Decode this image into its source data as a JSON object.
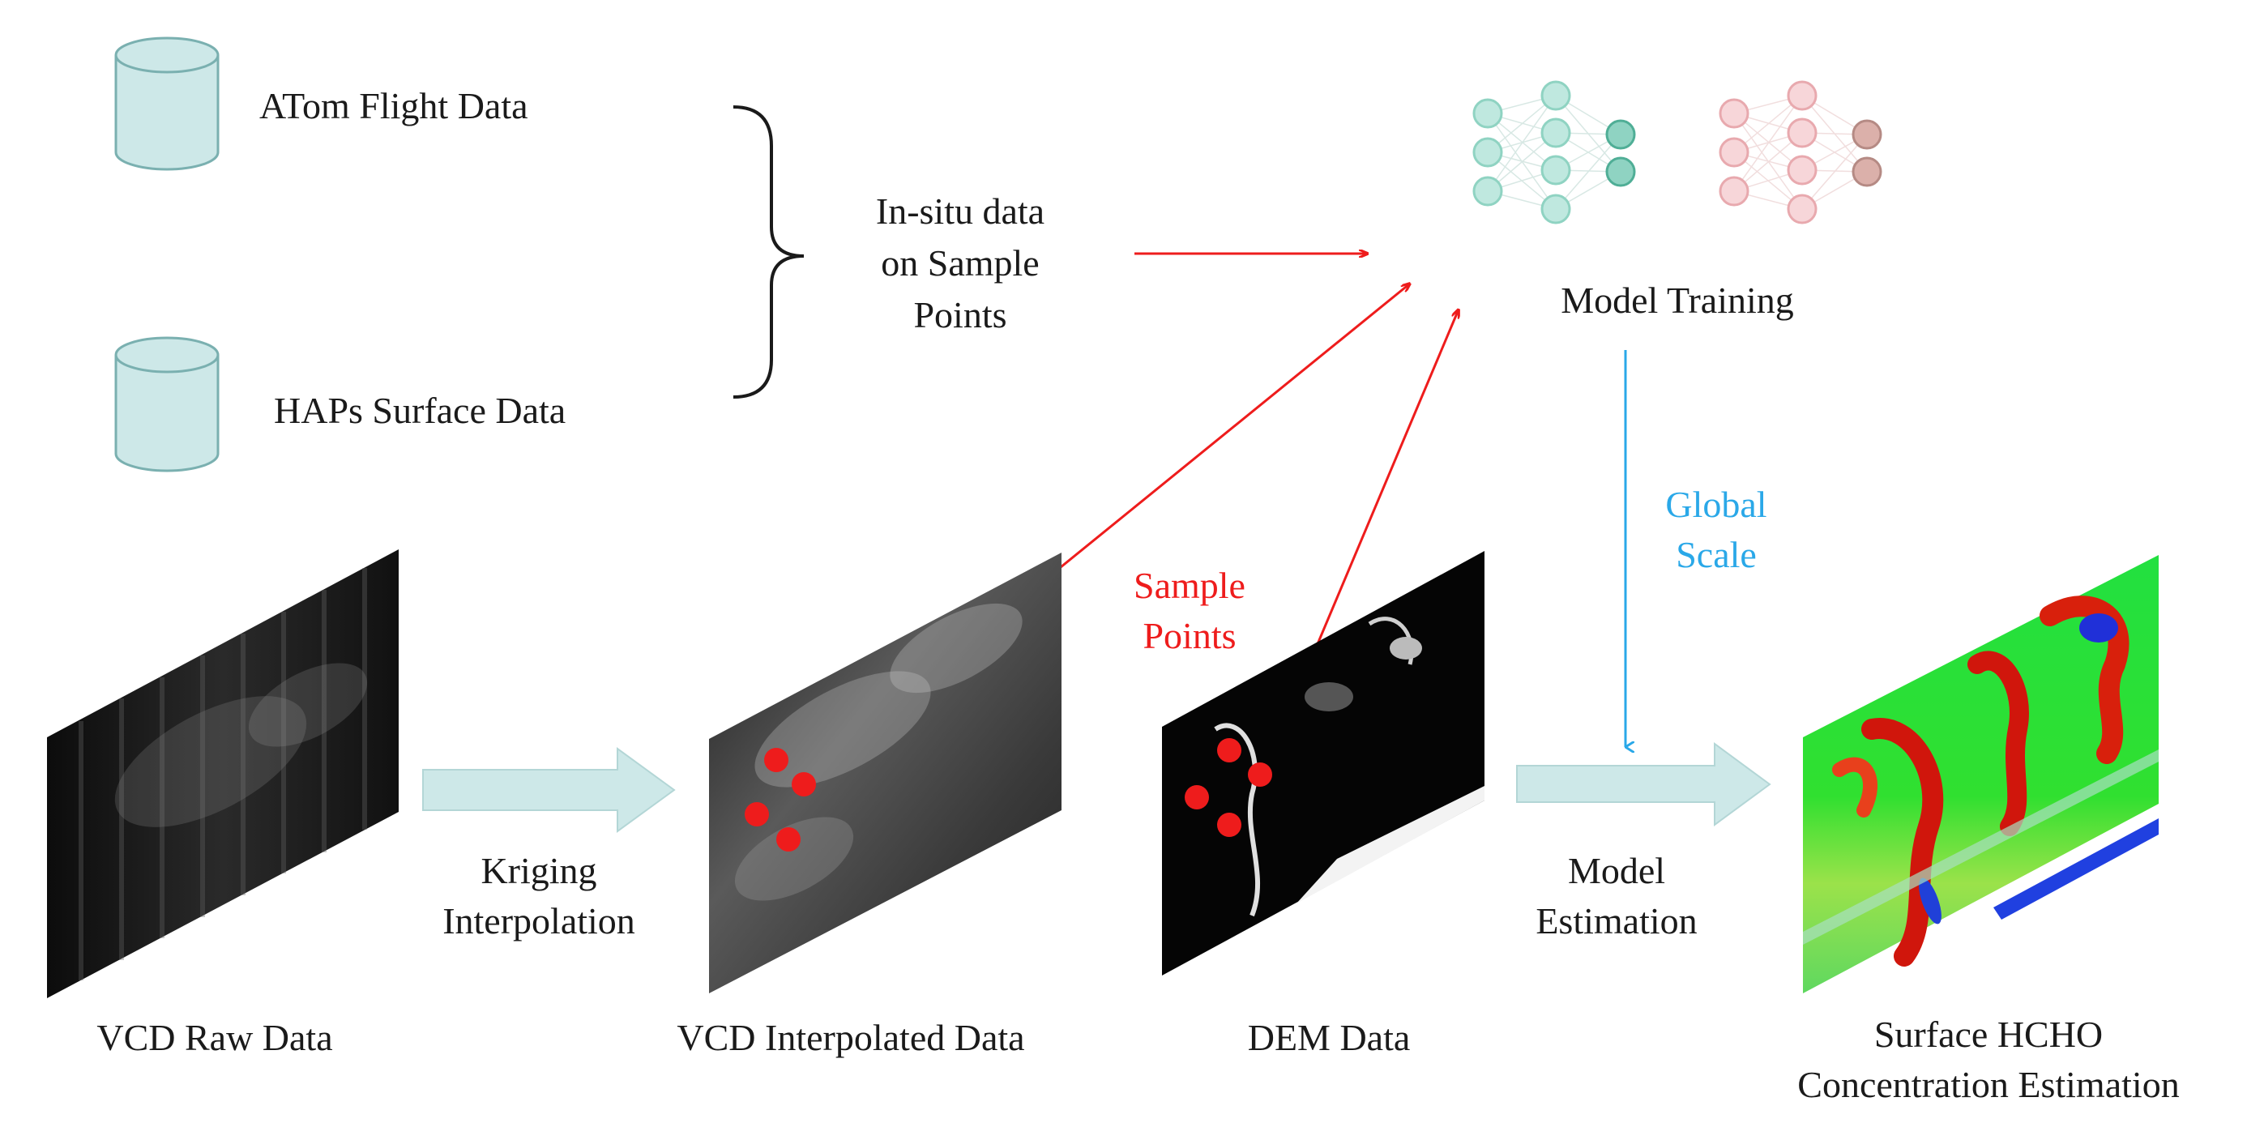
{
  "sources": {
    "atom_label": "ATom Flight Data",
    "haps_label": "HAPs Surface Data"
  },
  "insitu": {
    "line1": "In-situ data",
    "line2": "on Sample",
    "line3": "Points"
  },
  "model": {
    "label": "Model Training"
  },
  "global_scale": {
    "line1": "Global",
    "line2": "Scale"
  },
  "sample_points": {
    "line1": "Sample",
    "line2": "Points"
  },
  "kriging": {
    "line1": "Kriging",
    "line2": "Interpolation"
  },
  "estimation": {
    "line1": "Model",
    "line2": "Estimation"
  },
  "panels": {
    "vcd_raw": "VCD Raw Data",
    "vcd_interp": "VCD Interpolated Data",
    "dem": "DEM Data",
    "hcho_line1": "Surface HCHO",
    "hcho_line2": "Concentration Estimation"
  },
  "colors": {
    "db_fill": "#cde8e8",
    "db_stroke": "#7ab0b0",
    "block_arrow": "#cde8e8",
    "red": "#ee1c1c",
    "blue": "#2aa8e8",
    "net_green": "#bfe8df",
    "net_green_out": "#8fd3c2",
    "net_pink": "#f7d6d9",
    "net_pink_out": "#dbb0aa"
  }
}
